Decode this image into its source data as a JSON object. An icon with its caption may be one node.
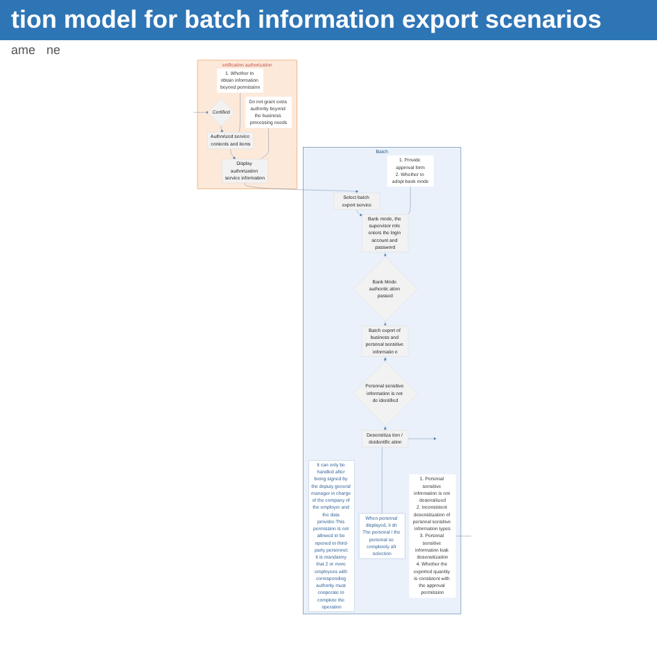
{
  "diagram": {
    "title": "tion model for batch information export scenarios",
    "nodes": [
      {
        "text": [
          "ertification authorization"
        ]
      },
      {
        "text": [
          "Batch"
        ]
      },
      {
        "text": [
          "Certified"
        ],
        "in": 0
      },
      {
        "text": [
          "Authorized service contents and items"
        ],
        "in": 0
      },
      {
        "text": [
          "Display authorization service information"
        ],
        "in": 0
      },
      {
        "text": [
          "Do not grant extra authority beyond the business processing needs"
        ],
        "in": 0
      },
      {
        "text": [
          "1. Whether to obtain information beyond permission"
        ],
        "in": 0
      },
      {
        "text": [
          "It can only be handled after being signed by the deputy general manager in charge of the company of the employer and the data provider.This permission is not allowed to be opened to third-party personnel.",
          "It is mandatory that 2 or more employees with corresponding authority must cooperate to complete the operation"
        ],
        "in": 1
      },
      {
        "text": [
          "Select batch export service"
        ],
        "in": 1
      },
      {
        "text": [
          "Bank mode, the supervisor role enters the login account and password"
        ],
        "in": 1
      },
      {
        "text": [
          "Bank Mode authentic ation passed"
        ],
        "in": 1
      },
      {
        "text": [
          "Batch export of business and personal sensitive informatio n"
        ],
        "in": 1
      },
      {
        "text": [
          "Personal sensitive information is not de identified"
        ],
        "in": 1
      },
      {
        "text": [
          "Desensitiza tion / deidentific ation"
        ],
        "in": 1
      },
      {
        "text": [
          "When personal displayed, it sh The personal i the personal se completely aft selection"
        ],
        "in": 1
      },
      {
        "text": [
          "1. Provide approval form",
          "2. Whether to adopt bank mode"
        ],
        "in": 1
      },
      {
        "text": [
          "1. Personal sensitive information is not desensitized",
          "2. Inconsistent desensitization of personal sensitive information types",
          "3. Personal sensitive information leak desensitization",
          "4. Whether the exported quantity is consistent with the approval permission"
        ],
        "in": 1
      }
    ],
    "edges": [
      {
        "from": null,
        "to": 2,
        "arrow": "to"
      },
      {
        "from": 2,
        "to": 3,
        "arrow": "to"
      },
      {
        "from": 3,
        "to": 4,
        "arrow": "to"
      },
      {
        "from": 4,
        "to": 8,
        "arrow": "to"
      },
      {
        "from": 8,
        "to": 9,
        "arrow": "to"
      },
      {
        "from": 9,
        "to": 10,
        "arrow": "to"
      },
      {
        "from": 10,
        "to": 11,
        "arrow": "to"
      },
      {
        "from": 11,
        "to": 12,
        "arrow": "to"
      },
      {
        "from": 12,
        "to": 13,
        "arrow": "to"
      },
      {
        "from": 13,
        "to": null,
        "arrow": "to"
      },
      {
        "from": 5,
        "to": 4,
        "arrow": "none"
      },
      {
        "from": 6,
        "to": 3,
        "arrow": "none"
      },
      {
        "from": 15,
        "to": 9,
        "arrow": "none"
      },
      {
        "from": 13,
        "to": 14,
        "arrow": "none"
      },
      {
        "from": 16,
        "to": null,
        "arrow": "none"
      }
    ],
    "labels": [
      "ame",
      "ne"
    ]
  }
}
